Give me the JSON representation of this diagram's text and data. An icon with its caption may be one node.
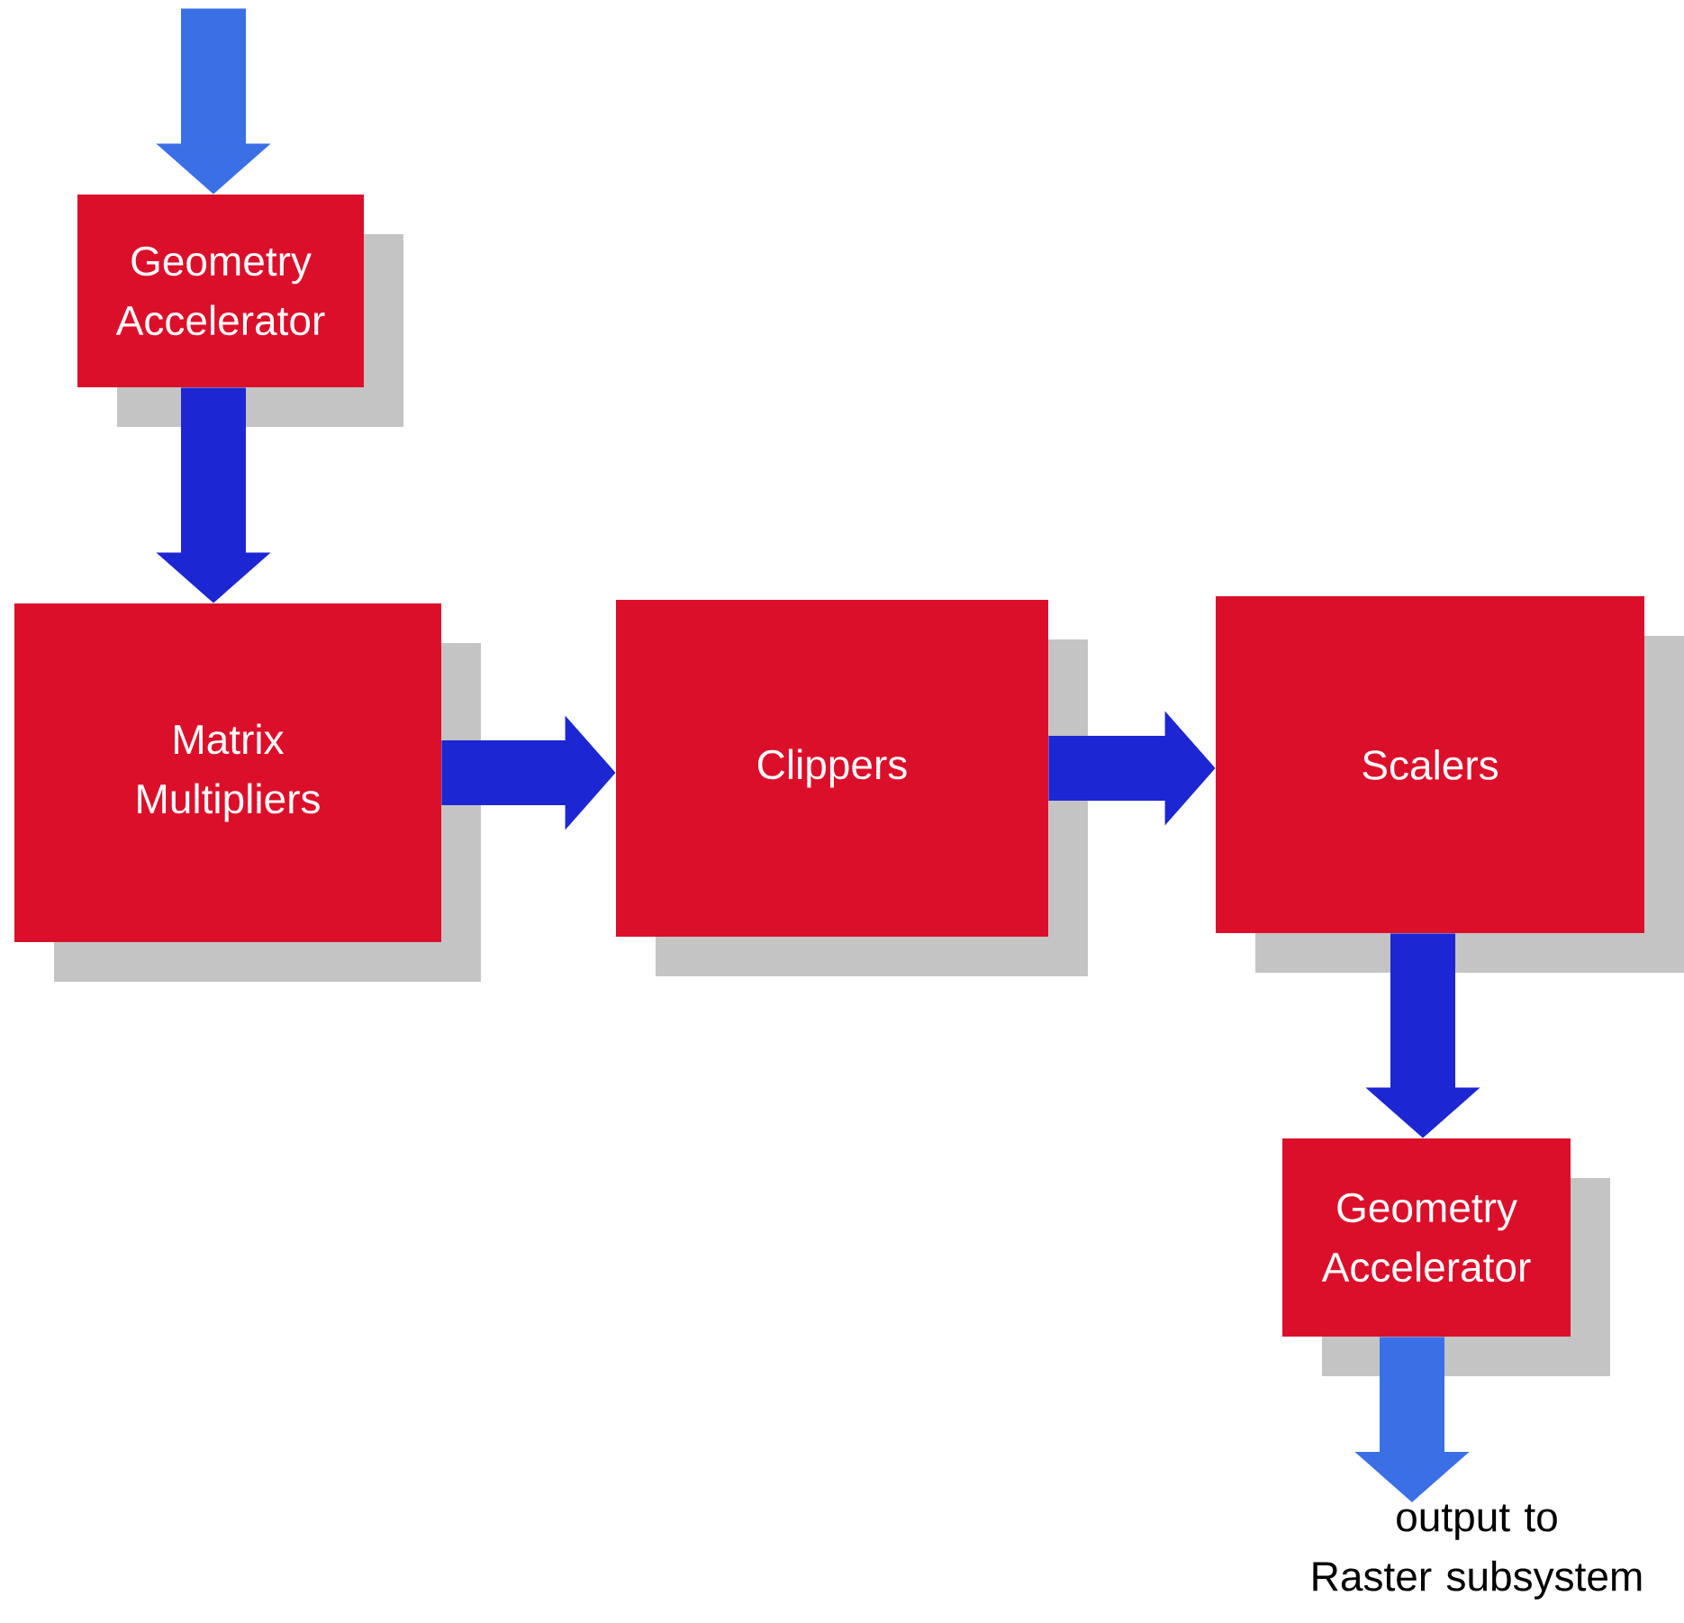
{
  "diagram": {
    "nodes": [
      {
        "text": [
          "Geometry Accelerator"
        ]
      },
      {
        "text": [
          "Matrix Multipliers"
        ]
      },
      {
        "text": [
          "Clippers"
        ]
      },
      {
        "text": [
          "Scalers"
        ]
      },
      {
        "text": [
          "Geometry Accelerator"
        ]
      },
      {
        "text": [
          "output to Raster subsystem"
        ]
      }
    ],
    "edges": [
      {
        "from": null,
        "to": 0,
        "arrow": "to",
        "color": "#3a6fe6"
      },
      {
        "from": 0,
        "to": 1,
        "arrow": "to"
      },
      {
        "from": 1,
        "to": 2,
        "arrow": "to"
      },
      {
        "from": 2,
        "to": 3,
        "arrow": "to"
      },
      {
        "from": 3,
        "to": 4,
        "arrow": "to"
      },
      {
        "from": 4,
        "to": 5,
        "arrow": "to",
        "color": "#3a6fe6"
      }
    ]
  }
}
